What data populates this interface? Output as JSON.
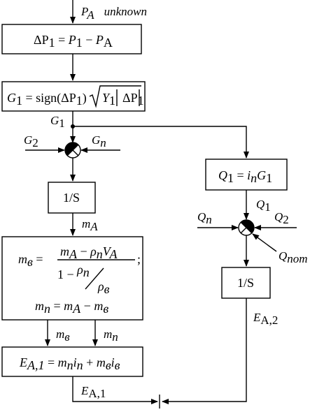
{
  "nodes": {
    "input_label": {
      "sym": "P",
      "sub": "A",
      "note": "unknown"
    },
    "box1": {
      "lhs": "ΔP",
      "lhs_sub": "1",
      "eq": " = ",
      "a": "P",
      "a_sub": "1",
      "minus": " − ",
      "b": "P",
      "b_sub": "A"
    },
    "box2": {
      "lhs": "G",
      "lhs_sub": "1",
      "rhs": " = sign(ΔP",
      "rhs_sub": "1",
      "close": ")",
      "y": "Y",
      "y_sub": "1",
      "d": "ΔP",
      "d_sub": "1"
    },
    "g1_label": {
      "sym": "G",
      "sub": "1"
    },
    "sum1_left": {
      "sym": "G",
      "sub": "2"
    },
    "sum1_right": {
      "sym": "G",
      "sub": "n"
    },
    "integrator1": {
      "text": "1/S"
    },
    "ma_label": {
      "sym": "m",
      "sub": "A"
    },
    "box3": {
      "line1_lhs": "m",
      "line1_lhs_sub": "в",
      "eq": " = ",
      "num_a": "m",
      "num_a_sub": "A",
      "num_minus": " − ",
      "num_b": "ρ",
      "num_b_sub": "n",
      "num_c": "V",
      "num_c_sub": "A",
      "den_one": "1 − ",
      "den_rho": "ρ",
      "den_rho_sub": "n",
      "den_rho2": "ρ",
      "den_rho2_sub": "в",
      "semi": ";",
      "line2_lhs": "m",
      "line2_lhs_sub": "n",
      "line2_eq": " = ",
      "line2_a": "m",
      "line2_a_sub": "A",
      "line2_minus": " − ",
      "line2_b": "m",
      "line2_b_sub": "в"
    },
    "mv_label": {
      "sym": "m",
      "sub": "в"
    },
    "mn_label": {
      "sym": "m",
      "sub": "n"
    },
    "box4": {
      "lhs": "E",
      "lhs_sub": "A,1",
      "eq": " = ",
      "a": "m",
      "a_sub": "n",
      "b": "i",
      "b_sub": "n",
      "plus": " + ",
      "c": "m",
      "c_sub": "в",
      "d": "i",
      "d_sub": "в"
    },
    "ea1_label": {
      "sym": "E",
      "sub": "A,1"
    },
    "box5": {
      "lhs": "Q",
      "lhs_sub": "1",
      "eq": " = ",
      "a": "i",
      "a_sub": "n",
      "b": "G",
      "b_sub": "1"
    },
    "q1_label": {
      "sym": "Q",
      "sub": "1"
    },
    "sum2_left": {
      "sym": "Q",
      "sub": "n"
    },
    "sum2_right": {
      "sym": "Q",
      "sub": "2"
    },
    "sum2_diag": {
      "sym": "Q",
      "sub": "nom"
    },
    "integrator2": {
      "text": "1/S"
    },
    "ea2_label": {
      "sym": "E",
      "sub": "A,2"
    }
  }
}
